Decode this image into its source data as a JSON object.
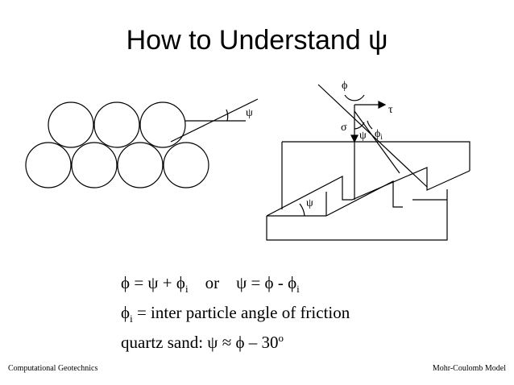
{
  "title": "How to Understand ψ",
  "diagram_left": {
    "angle_label": "ψ"
  },
  "diagram_right": {
    "phi_label": "ϕ",
    "tau_label": "τ",
    "sigma_label": "σ",
    "psi_small_label": "ψ",
    "phi_i_label": "ϕ",
    "phi_i_sub": "i",
    "psi_slope_label": "ψ"
  },
  "equations": {
    "line1": {
      "phi": "ϕ",
      "eq": " = ψ + ϕ",
      "sub1": "i",
      "or": "    or    ψ = ϕ - ϕ",
      "sub2": "i"
    },
    "line2": {
      "phi": "ϕ",
      "sub": "i",
      "rest": " = inter particle angle of friction"
    },
    "line3": {
      "text": "quartz sand: ψ ≈ ϕ – 30",
      "sup": "o"
    }
  },
  "footer": {
    "left": "Computational Geotechnics",
    "right": "Mohr-Coulomb Model"
  }
}
